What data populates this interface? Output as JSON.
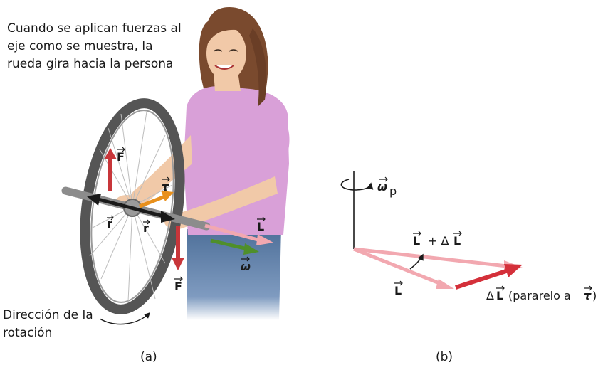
{
  "text": {
    "top_caption": "Cuando se aplican fuerzas al eje como se muestra, la rueda gira hacia la persona",
    "rotation_caption": "Dirección de la rotación",
    "panel_a": "(a)",
    "panel_b": "(b)"
  },
  "labels_a": {
    "F_top": "F",
    "F_bottom": "F",
    "tau": "τ",
    "r_left": "r",
    "r_right": "r",
    "L": "L",
    "omega": "ω"
  },
  "labels_b": {
    "omega_p": "ω",
    "omega_p_sub": "p",
    "L_plus_dL_L": "L",
    "L_plus_dL_plus": "+ Δ",
    "L_plus_dL_L2": "L",
    "L": "L",
    "dL_delta": "Δ",
    "dL_L": "L",
    "dL_paren": "(pararelo a",
    "dL_tau": "τ",
    "dL_close": ")"
  },
  "colors": {
    "force": "#c8363a",
    "torque": "#e8901c",
    "omega": "#4f8f2a",
    "L_vector": "#f2a8b0",
    "delta_L": "#d4303a",
    "axis": "#1a1a1a",
    "shirt": "#d9a0d8",
    "jeans": "#4c6e98",
    "hair": "#7a4a2e",
    "skin": "#f1c9a8",
    "tire": "#555555"
  }
}
